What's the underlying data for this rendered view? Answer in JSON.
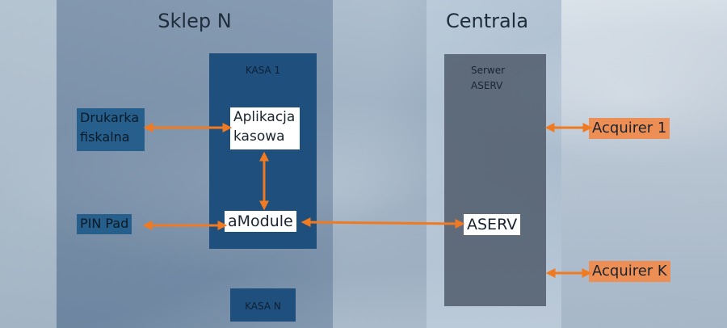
{
  "sections": {
    "store_title": "Sklep N",
    "hq_title": "Centrala"
  },
  "kasa1": {
    "label": "KASA 1"
  },
  "kasaN": {
    "label": "KASA N"
  },
  "server": {
    "label_line1": "Serwer",
    "label_line2": "ASERV"
  },
  "nodes": {
    "drukarka": {
      "line1": "Drukarka",
      "line2": "fiskalna"
    },
    "pinpad": "PIN Pad",
    "aplikacja": {
      "line1": "Aplikacja",
      "line2": "kasowa"
    },
    "amodule": "aModule",
    "aserv": "ASERV",
    "acquirer1": "Acquirer 1",
    "acquirerK": "Acquirer K"
  },
  "colors": {
    "arrow": "#f07a22",
    "kasa_box": "#1f4f7c",
    "device_box": "#265f8c",
    "acquirer_box": "#ed8f55"
  }
}
